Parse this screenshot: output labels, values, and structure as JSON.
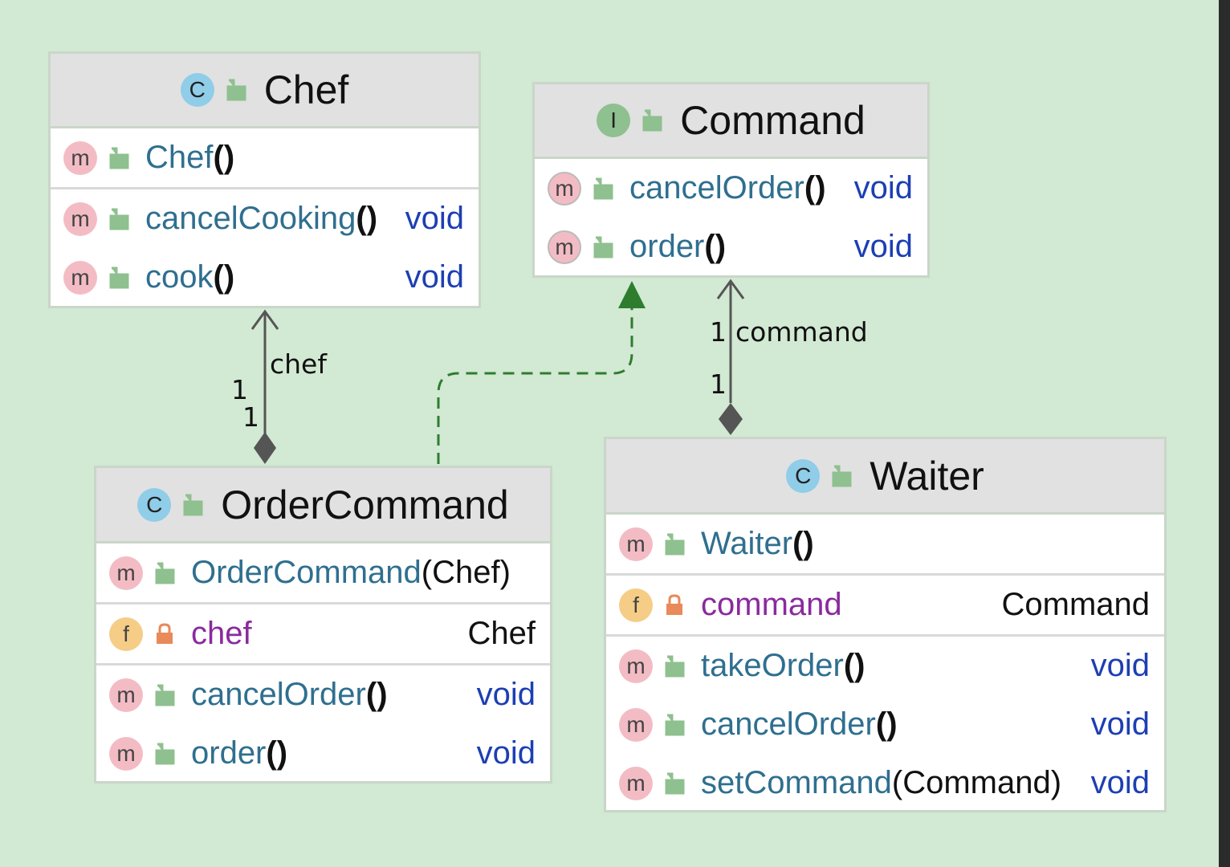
{
  "colors": {
    "background": "#d2e9d3",
    "header": "#e1e1e1",
    "method_name": "#2f6f8f",
    "field_name": "#8a2a9e",
    "return_type": "#1d3fb3",
    "realization": "#2e7d2e",
    "association": "#555555"
  },
  "classes": {
    "chef": {
      "kind_icon": "C",
      "name": "Chef",
      "constructor": {
        "name": "Chef",
        "parens": "()"
      },
      "methods": [
        {
          "name": "cancelCooking",
          "parens": "()",
          "type": "void"
        },
        {
          "name": "cook",
          "parens": "()",
          "type": "void"
        }
      ]
    },
    "command": {
      "kind_icon": "I",
      "name": "Command",
      "methods": [
        {
          "name": "cancelOrder",
          "parens": "()",
          "type": "void"
        },
        {
          "name": "order",
          "parens": "()",
          "type": "void"
        }
      ]
    },
    "order_command": {
      "kind_icon": "C",
      "name": "OrderCommand",
      "constructor": {
        "name": "OrderCommand",
        "params": "(Chef)"
      },
      "field": {
        "name": "chef",
        "type": "Chef"
      },
      "methods": [
        {
          "name": "cancelOrder",
          "parens": "()",
          "type": "void"
        },
        {
          "name": "order",
          "parens": "()",
          "type": "void"
        }
      ]
    },
    "waiter": {
      "kind_icon": "C",
      "name": "Waiter",
      "constructor": {
        "name": "Waiter",
        "parens": "()"
      },
      "field": {
        "name": "command",
        "type": "Command"
      },
      "methods": [
        {
          "name": "takeOrder",
          "parens": "()",
          "type": "void"
        },
        {
          "name": "cancelOrder",
          "parens": "()",
          "type": "void"
        },
        {
          "name": "setCommand",
          "params": "(Command)",
          "type": "void"
        }
      ]
    }
  },
  "badges": {
    "method": "m",
    "field": "f"
  },
  "relations": {
    "chef_assoc": {
      "role": "chef",
      "mult_a": "1",
      "mult_b": "1"
    },
    "command_assoc": {
      "role": "command",
      "mult_a": "1",
      "mult_b": "1"
    }
  }
}
